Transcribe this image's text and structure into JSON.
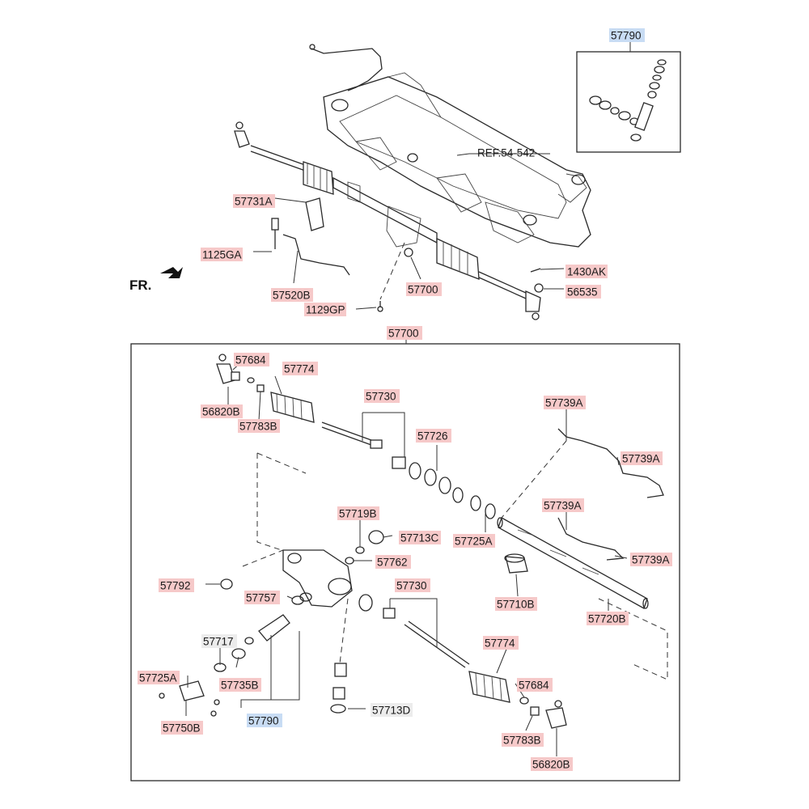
{
  "callouts": [
    {
      "id": "c-57790-top",
      "text": "57790",
      "style": "blue"
    },
    {
      "id": "c-ref",
      "text": "REF.54-542",
      "style": "none"
    },
    {
      "id": "c-57731A",
      "text": "57731A",
      "style": "red"
    },
    {
      "id": "c-1125GA",
      "text": "1125GA",
      "style": "red"
    },
    {
      "id": "c-1430AK",
      "text": "1430AK",
      "style": "red"
    },
    {
      "id": "c-56535",
      "text": "56535",
      "style": "red"
    },
    {
      "id": "c-57520B",
      "text": "57520B",
      "style": "red"
    },
    {
      "id": "c-57700-a",
      "text": "57700",
      "style": "red"
    },
    {
      "id": "c-1129GP",
      "text": "1129GP",
      "style": "red"
    },
    {
      "id": "c-57700-b",
      "text": "57700",
      "style": "red"
    },
    {
      "id": "c-57684-a",
      "text": "57684",
      "style": "red"
    },
    {
      "id": "c-57774-a",
      "text": "57774",
      "style": "red"
    },
    {
      "id": "c-56820B-a",
      "text": "56820B",
      "style": "red"
    },
    {
      "id": "c-57783B-a",
      "text": "57783B",
      "style": "red"
    },
    {
      "id": "c-57730-a",
      "text": "57730",
      "style": "red"
    },
    {
      "id": "c-57726",
      "text": "57726",
      "style": "red"
    },
    {
      "id": "c-57739A-1",
      "text": "57739A",
      "style": "red"
    },
    {
      "id": "c-57739A-2",
      "text": "57739A",
      "style": "red"
    },
    {
      "id": "c-57739A-3",
      "text": "57739A",
      "style": "red"
    },
    {
      "id": "c-57739A-4",
      "text": "57739A",
      "style": "red"
    },
    {
      "id": "c-57719B",
      "text": "57719B",
      "style": "red"
    },
    {
      "id": "c-57713C",
      "text": "57713C",
      "style": "red"
    },
    {
      "id": "c-57725A-a",
      "text": "57725A",
      "style": "red"
    },
    {
      "id": "c-57762",
      "text": "57762",
      "style": "red"
    },
    {
      "id": "c-57792",
      "text": "57792",
      "style": "red"
    },
    {
      "id": "c-57757",
      "text": "57757",
      "style": "red"
    },
    {
      "id": "c-57730-b",
      "text": "57730",
      "style": "red"
    },
    {
      "id": "c-57710B",
      "text": "57710B",
      "style": "red"
    },
    {
      "id": "c-57720B",
      "text": "57720B",
      "style": "red"
    },
    {
      "id": "c-57717",
      "text": "57717",
      "style": "gray"
    },
    {
      "id": "c-57725A-b",
      "text": "57725A",
      "style": "red"
    },
    {
      "id": "c-57735B",
      "text": "57735B",
      "style": "red"
    },
    {
      "id": "c-57774-b",
      "text": "57774",
      "style": "red"
    },
    {
      "id": "c-57684-b",
      "text": "57684",
      "style": "red"
    },
    {
      "id": "c-57750B",
      "text": "57750B",
      "style": "red"
    },
    {
      "id": "c-57790-bot",
      "text": "57790",
      "style": "blue"
    },
    {
      "id": "c-57713D",
      "text": "57713D",
      "style": "gray"
    },
    {
      "id": "c-57783B-b",
      "text": "57783B",
      "style": "red"
    },
    {
      "id": "c-56820B-b",
      "text": "56820B",
      "style": "red"
    }
  ],
  "direction_label": "FR.",
  "colors": {
    "red_box": "#f6c9c9",
    "blue_box": "#c8dcf4",
    "gray_box": "#ececec",
    "line": "#2a2a2a"
  }
}
